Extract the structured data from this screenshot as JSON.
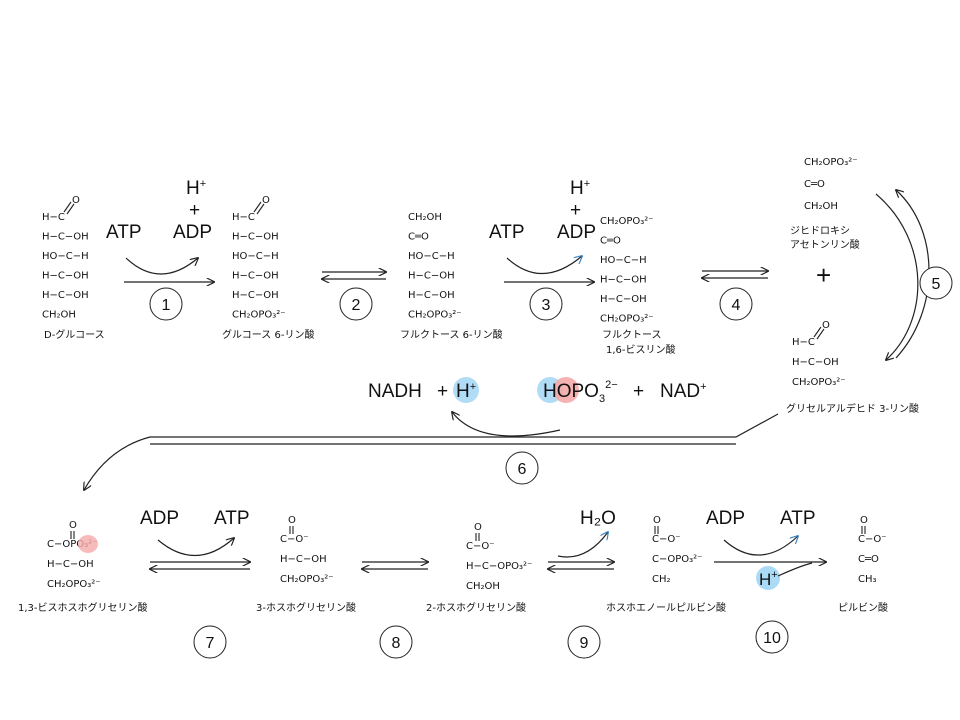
{
  "molecules": {
    "glucose": {
      "name": "D-グルコース",
      "lines": [
        "H−C",
        "H−C−OH",
        "HO−C−H",
        "H−C−OH",
        "H−C−OH",
        "CH₂OH"
      ]
    },
    "g6p": {
      "name": "グルコース 6-リン酸",
      "lines": [
        "H−C",
        "H−C−OH",
        "HO−C−H",
        "H−C−OH",
        "H−C−OH",
        "CH₂OPO₃²⁻"
      ]
    },
    "f6p": {
      "name": "フルクトース 6-リン酸",
      "lines": [
        "CH₂OH",
        "C═O",
        "HO−C−H",
        "H−C−OH",
        "H−C−OH",
        "CH₂OPO₃²⁻"
      ]
    },
    "f16bp": {
      "name1": "フルクトース",
      "name2": "1,6-ビスリン酸",
      "lines": [
        "CH₂OPO₃²⁻",
        "C═O",
        "HO−C−H",
        "H−C−OH",
        "H−C−OH",
        "CH₂OPO₃²⁻"
      ]
    },
    "dhap": {
      "name1": "ジヒドロキシ",
      "name2": "アセトンリン酸",
      "lines": [
        "CH₂OPO₃²⁻",
        "C═O",
        "CH₂OH"
      ]
    },
    "gap": {
      "name": "グリセルアルデヒド 3-リン酸",
      "lines": [
        "H−C",
        "H−C−OH",
        "CH₂OPO₃²⁻"
      ]
    },
    "bpg13": {
      "name": "1,3-ビスホスホグリセリン酸",
      "lines": [
        "C−OPO₃²⁻",
        "H−C−OH",
        "CH₂OPO₃²⁻"
      ]
    },
    "pg3": {
      "name": "3-ホスホグリセリン酸",
      "lines": [
        "C−O⁻",
        "H−C−OH",
        "CH₂OPO₃²⁻"
      ]
    },
    "pg2": {
      "name": "2-ホスホグリセリン酸",
      "lines": [
        "C−O⁻",
        "H−C−OPO₃²⁻",
        "CH₂OH"
      ]
    },
    "pep": {
      "name": "ホスホエノールピルビン酸",
      "lines": [
        "C−O⁻",
        "C−OPO₃²⁻",
        "CH₂"
      ]
    },
    "pyruvate": {
      "name": "ピルビン酸",
      "lines": [
        "C−O⁻",
        "C═O",
        "CH₃"
      ]
    }
  },
  "cofactors": {
    "atp": "ATP",
    "adp": "ADP",
    "h": "H",
    "plus": "+",
    "nadh": "NADH",
    "nad": "NAD",
    "hpo": "HOPO",
    "water": "H₂O"
  },
  "steps": [
    "1",
    "2",
    "3",
    "4",
    "5",
    "6",
    "7",
    "8",
    "9",
    "10"
  ],
  "colors": {
    "highlight_blue": "#a7d8f5",
    "highlight_red": "#f5aaaa",
    "line": "#222222"
  }
}
